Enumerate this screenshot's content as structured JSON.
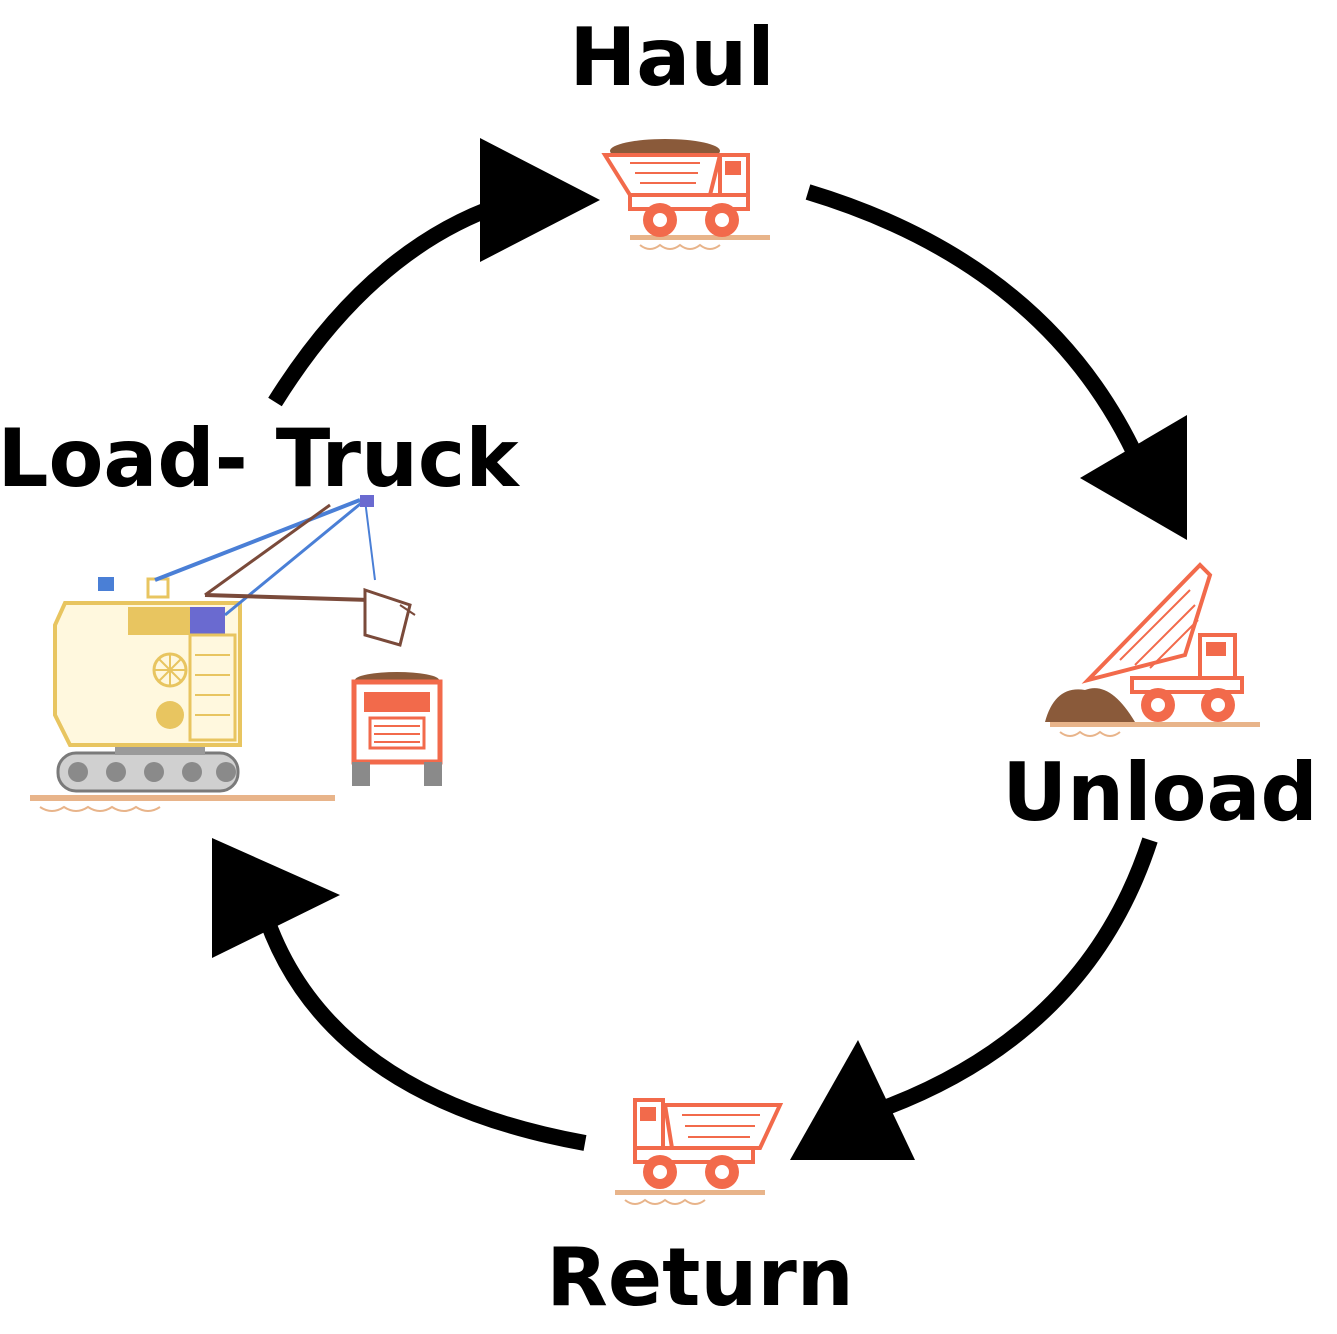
{
  "stages": {
    "haul": {
      "label": "Haul"
    },
    "unload": {
      "label": "Unload"
    },
    "return": {
      "label": "Return"
    },
    "load": {
      "label": "Load- Truck"
    }
  },
  "icons": {
    "haul": "loaded-dump-truck-icon",
    "unload": "dumping-truck-icon",
    "return": "empty-dump-truck-icon",
    "load": "excavator-shovel-icon",
    "load_truck": "truck-front-icon"
  },
  "colors": {
    "arrow": "#000000",
    "truck": "#f26a4b",
    "dirt": "#8a5a3a",
    "shovel_body": "#f2d27a",
    "shovel_boom": "#4a7fd6"
  }
}
